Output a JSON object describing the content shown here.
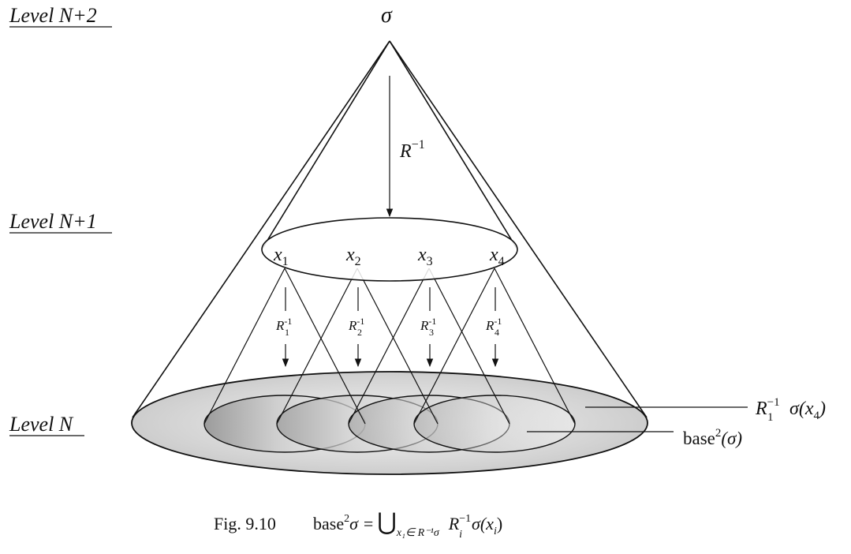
{
  "levels": {
    "top": "Level N+2",
    "middle": "Level N+1",
    "bottom": "Level N"
  },
  "apex_label": "σ",
  "main_arrow": {
    "base": "R",
    "sup": "−1"
  },
  "nodes": [
    "x",
    "x",
    "x",
    "x"
  ],
  "node_subs": [
    "1",
    "2",
    "3",
    "4"
  ],
  "sub_arrows": {
    "base": "R",
    "sup": "-1",
    "subs": [
      "1",
      "2",
      "3",
      "4"
    ]
  },
  "callouts": {
    "first": {
      "base": "R",
      "sub": "1",
      "sup": "−1",
      "rest": "σ(x",
      "rest_sub": "4",
      "close": ")"
    },
    "second": {
      "base": "base",
      "sup": "2",
      "rest": "(σ)"
    }
  },
  "caption": {
    "fig": "Fig. 9.10",
    "lhs": "base",
    "lhs_sup": "2",
    "lhs_rest": "σ =",
    "union": "⋃",
    "union_sub": "x₁∈ R⁻¹σ",
    "rhs_base": "R",
    "rhs_sub": "i",
    "rhs_sup": "−1",
    "rhs_rest": "σ(x",
    "rhs_rest_sub": "i",
    "rhs_close": ")"
  }
}
